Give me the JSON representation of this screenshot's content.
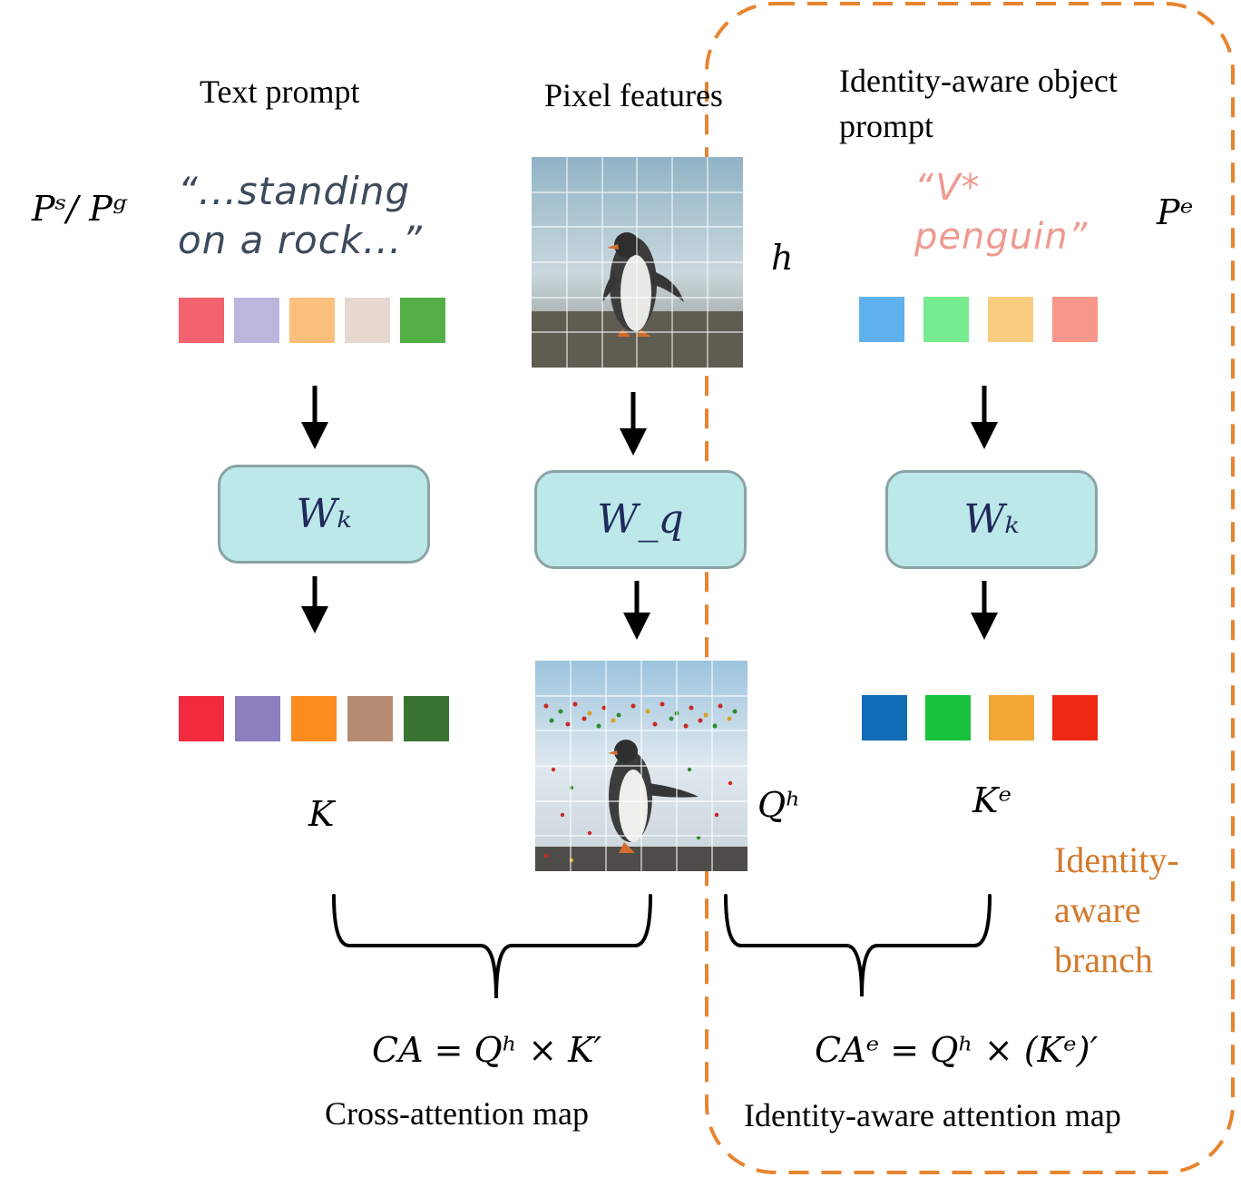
{
  "headers": {
    "text_prompt": "Text prompt",
    "pixel_features": "Pixel features",
    "identity_prompt_line1": "Identity-aware object",
    "identity_prompt_line2": "prompt"
  },
  "side_labels": {
    "ps_pg": "Pˢ/ Pᵍ",
    "pe": "Pᵉ",
    "h": "h"
  },
  "prompts": {
    "text_line1": "“...standing",
    "text_line2": "on a rock...”",
    "identity_line1": "“V*",
    "identity_line2": "penguin”"
  },
  "weight_boxes": {
    "left": "Wₖ",
    "middle": "W_q",
    "right": "Wₖ"
  },
  "outputs": {
    "k": "K",
    "qh": "Qʰ",
    "ke": "Kᵉ"
  },
  "equations": {
    "ca": "CA  =  Qʰ × K′",
    "cae": "CAᵉ =  Qʰ × (Kᵉ)′"
  },
  "captions": {
    "cross_attention": "Cross-attention map",
    "identity_attention": "Identity-aware attention map"
  },
  "branch_label": {
    "line1": "Identity-",
    "line2": "aware",
    "line3": "branch"
  },
  "colors": {
    "text_tokens_in": [
      "#f2636f",
      "#bdb6dc",
      "#fdc07c",
      "#e6d8d0",
      "#52b047"
    ],
    "identity_tokens_in": [
      "#5fb1ee",
      "#76eb8f",
      "#f9cd7f",
      "#f8968b"
    ],
    "text_tokens_out": [
      "#ef2b3d",
      "#8e7fbf",
      "#fe8b1d",
      "#b58b74",
      "#397332"
    ],
    "identity_tokens_out": [
      "#116cb5",
      "#18c23a",
      "#f1a636",
      "#ee2a15"
    ],
    "dashed_border": "#e8842f",
    "branch_text": "#d37a2c",
    "text_prompt_ink": "#3d4a5c",
    "identity_prompt_ink": "#ef9a90",
    "box_fill": "#bde8ea",
    "box_border": "#8aa3a6"
  },
  "icons": {
    "pixel_image": "penguin-noisy-image",
    "query_image": "penguin-query-image"
  }
}
